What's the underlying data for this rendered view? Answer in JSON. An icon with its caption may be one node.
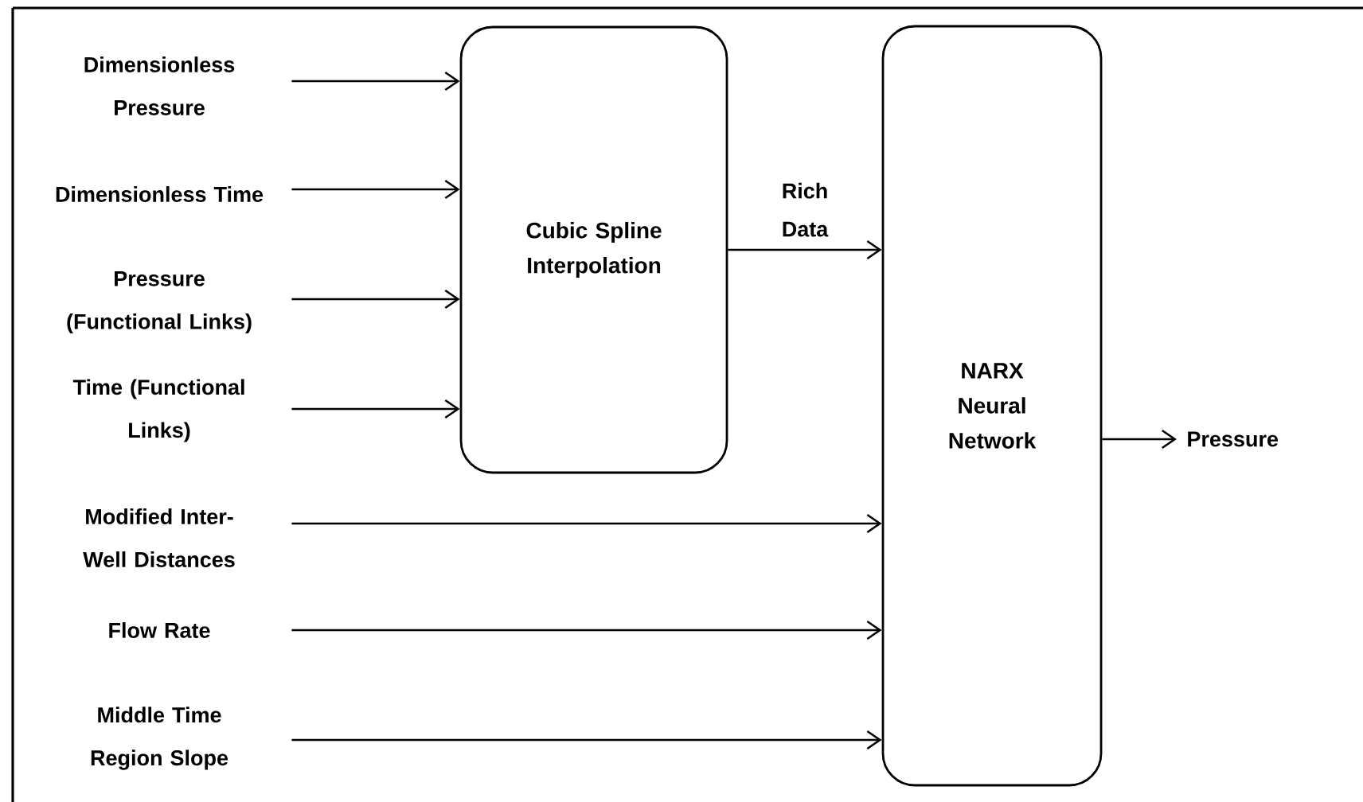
{
  "diagram": {
    "nodes": [
      {
        "text": [
          "Dimensionless Pressure"
        ]
      },
      {
        "text": [
          "Dimensionless Time"
        ]
      },
      {
        "text": [
          "Pressure (Functional Links)"
        ]
      },
      {
        "text": [
          "Time (Functional Links)"
        ]
      },
      {
        "text": [
          "Modified Inter-Well Distances"
        ]
      },
      {
        "text": [
          "Flow Rate"
        ]
      },
      {
        "text": [
          "Middle Time Region Slope"
        ]
      },
      {
        "text": [
          "Cubic Spline Interpolation"
        ]
      },
      {
        "text": [
          "NARX Neural Network"
        ]
      },
      {
        "text": [
          "Pressure"
        ]
      }
    ],
    "edges": [
      {
        "from": 0,
        "to": 7,
        "arrow": "to"
      },
      {
        "from": 1,
        "to": 7,
        "arrow": "to"
      },
      {
        "from": 2,
        "to": 7,
        "arrow": "to"
      },
      {
        "from": 3,
        "to": 7,
        "arrow": "to"
      },
      {
        "from": 7,
        "to": 8,
        "arrow": "to",
        "label": "Rich Data"
      },
      {
        "from": 4,
        "to": 8,
        "arrow": "to"
      },
      {
        "from": 5,
        "to": 8,
        "arrow": "to"
      },
      {
        "from": 6,
        "to": 8,
        "arrow": "to"
      },
      {
        "from": 8,
        "to": 9,
        "arrow": "to"
      }
    ]
  }
}
